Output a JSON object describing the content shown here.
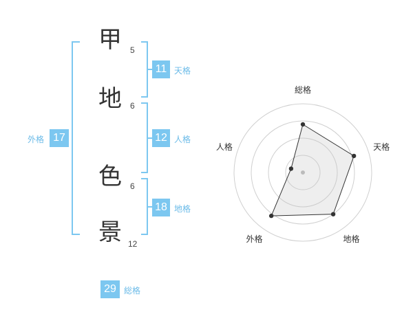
{
  "name": {
    "chars": [
      "甲",
      "地",
      "色",
      "景"
    ],
    "strokes": [
      "5",
      "6",
      "6",
      "12"
    ]
  },
  "kakusu": {
    "tenkaku": {
      "value": "11",
      "label": "天格"
    },
    "jinkaku": {
      "value": "12",
      "label": "人格"
    },
    "chikaku": {
      "value": "18",
      "label": "地格"
    },
    "gaikaku": {
      "value": "17",
      "label": "外格"
    },
    "soukaku": {
      "value": "29",
      "label": "総格"
    }
  },
  "colors": {
    "accent": "#7cc7f0",
    "accent_text": "#6bbbe8",
    "grid": "#cfcfcf"
  },
  "chart_data": {
    "type": "radar",
    "axes": [
      "総格",
      "天格",
      "地格",
      "外格",
      "人格"
    ],
    "values": [
      0.7,
      0.78,
      0.75,
      0.78,
      0.18
    ],
    "rings": 4,
    "range": [
      0,
      1
    ]
  }
}
